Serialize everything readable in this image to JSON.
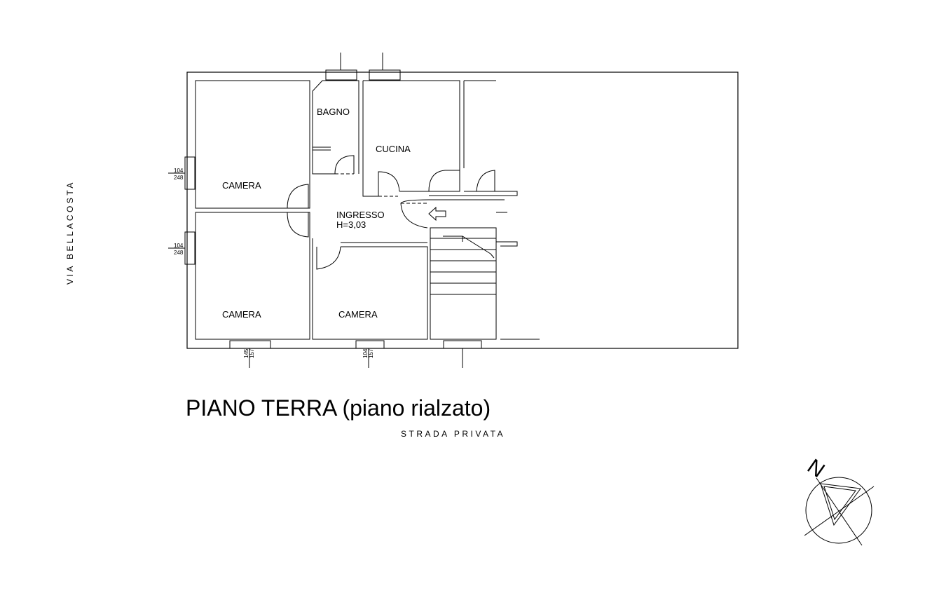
{
  "title": "PIANO TERRA (piano rialzato)",
  "streets": {
    "west": "VIA BELLACOSTA",
    "south": "STRADA PRIVATA"
  },
  "rooms": {
    "bagno": "BAGNO",
    "cucina": "CUCINA",
    "camera_nw": "CAMERA",
    "camera_sw": "CAMERA",
    "camera_s": "CAMERA",
    "ingresso": "INGRESSO",
    "ingresso_height": "H=3,03"
  },
  "window_dims": {
    "west_upper": [
      "104",
      "248"
    ],
    "west_lower": [
      "104",
      "248"
    ],
    "south_left": [
      "145",
      "157"
    ],
    "south_mid": [
      "104",
      "157"
    ]
  },
  "compass": {
    "label": "N",
    "icon": "north-arrow-icon"
  }
}
